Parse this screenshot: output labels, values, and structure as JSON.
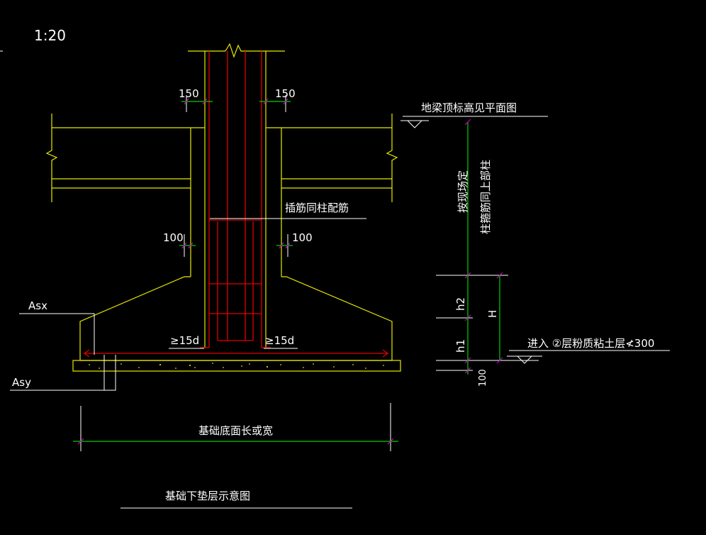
{
  "scale": "1:20",
  "title": "基础下垫层示意图",
  "labels": {
    "dim_150_left": "150",
    "dim_150_right": "150",
    "dim_100_left": "100",
    "dim_100_right": "100",
    "asx": "Asx",
    "asy": "Asy",
    "anchor_left": "≥15d",
    "anchor_right": "≥15d",
    "dowel_note": "插筋同柱配筋",
    "beam_top_note": "地梁顶标高见平面图",
    "vertical_note_1": "按现场定",
    "vertical_note_2": "柱箍筋同上部柱",
    "h2": "h2",
    "h1": "h1",
    "H": "H",
    "dim_100_bottom": "100",
    "soil_note": "进入 ②层粉质粘土层≮300",
    "base_dim": "基础底面长或宽"
  },
  "colors": {
    "background": "#000000",
    "structure": "#e8e800",
    "rebar": "#e00000",
    "dimension": "#00d000",
    "leader": "#ffffff",
    "tick": "#c000c0"
  }
}
